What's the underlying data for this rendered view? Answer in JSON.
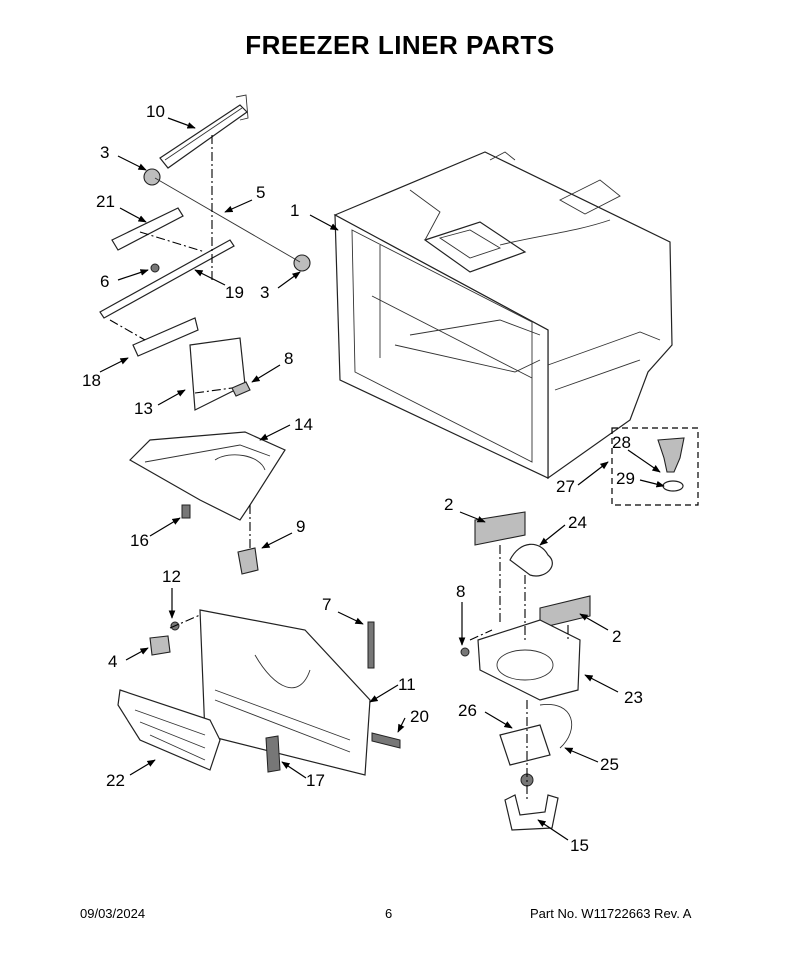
{
  "title": "FREEZER LINER PARTS",
  "footer": {
    "date": "09/03/2024",
    "page": "6",
    "part_no": "Part No.  W11722663  Rev.  A"
  },
  "callouts": [
    "1",
    "2",
    "2",
    "3",
    "3",
    "4",
    "5",
    "6",
    "7",
    "8",
    "8",
    "9",
    "10",
    "11",
    "12",
    "13",
    "14",
    "15",
    "16",
    "17",
    "18",
    "19",
    "20",
    "21",
    "22",
    "23",
    "24",
    "25",
    "26",
    "27",
    "28",
    "29"
  ]
}
